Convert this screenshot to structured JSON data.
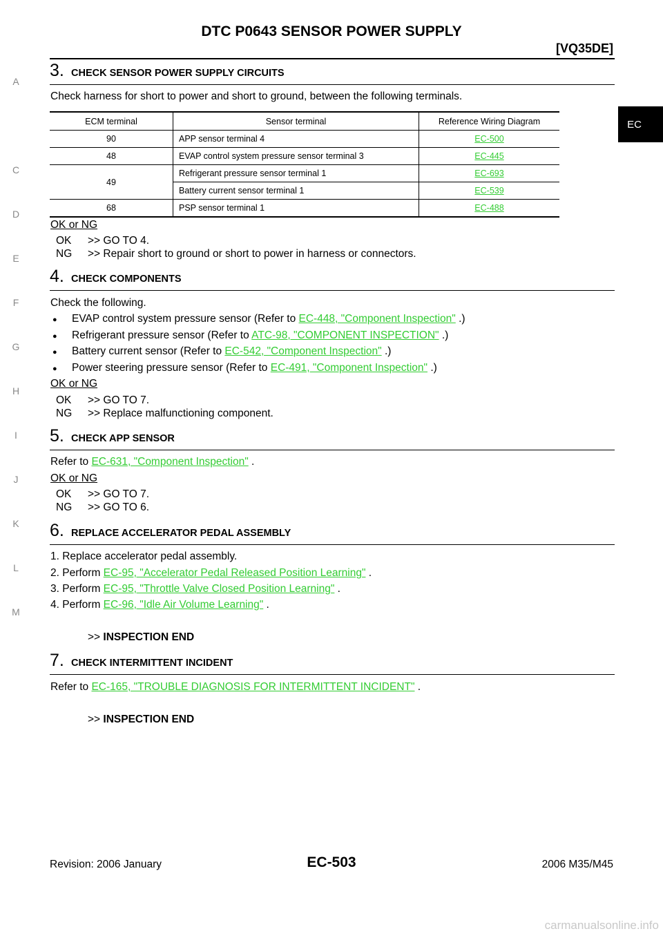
{
  "header": {
    "title": "DTC P0643 SENSOR POWER SUPPLY",
    "engine": "[VQ35DE]"
  },
  "sidebar": {
    "letters": [
      "A",
      "C",
      "D",
      "E",
      "F",
      "G",
      "H",
      "I",
      "J",
      "K",
      "L",
      "M"
    ],
    "active": "EC"
  },
  "step3": {
    "num": "3.",
    "title": "CHECK SENSOR POWER SUPPLY CIRCUITS",
    "intro": "Check harness for short to power and short to ground, between the following terminals.",
    "table": {
      "headers": [
        "ECM terminal",
        "Sensor terminal",
        "Reference Wiring Diagram"
      ],
      "rows": [
        [
          "90",
          "APP sensor terminal 4",
          "EC-500"
        ],
        [
          "48",
          "EVAP control system pressure sensor terminal 3",
          "EC-445"
        ],
        [
          "49",
          "Refrigerant pressure sensor terminal 1",
          "EC-693"
        ],
        [
          "",
          "Battery current sensor terminal 1",
          "EC-539"
        ],
        [
          "68",
          "PSP sensor terminal 1",
          "EC-488"
        ]
      ]
    },
    "okng": "OK or NG",
    "ok_key": "OK",
    "ok_val": ">> GO TO 4.",
    "ng_key": "NG",
    "ng_val": ">> Repair short to ground or short to power in harness or connectors."
  },
  "step4": {
    "num": "4.",
    "title": "CHECK COMPONENTS",
    "intro": "Check the following.",
    "items": [
      {
        "pre": "EVAP control system pressure sensor (Refer to ",
        "link": "EC-448, \"Component Inspection\"",
        "post": " .)"
      },
      {
        "pre": "Refrigerant pressure sensor (Refer to ",
        "link": "ATC-98, \"COMPONENT INSPECTION\"",
        "post": " .)"
      },
      {
        "pre": "Battery current sensor (Refer to ",
        "link": "EC-542, \"Component Inspection\"",
        "post": " .)"
      },
      {
        "pre": "Power steering pressure sensor (Refer to ",
        "link": "EC-491, \"Component Inspection\"",
        "post": " .)"
      }
    ],
    "okng": "OK or NG",
    "ok_key": "OK",
    "ok_val": ">> GO TO 7.",
    "ng_key": "NG",
    "ng_val": ">> Replace malfunctioning component."
  },
  "step5": {
    "num": "5.",
    "title": "CHECK APP SENSOR",
    "pre": "Refer to ",
    "link": "EC-631, \"Component Inspection\"",
    "post": " .",
    "okng": "OK or NG",
    "ok_key": "OK",
    "ok_val": ">> GO TO 7.",
    "ng_key": "NG",
    "ng_val": ">> GO TO 6."
  },
  "step6": {
    "num": "6.",
    "title": "REPLACE ACCELERATOR PEDAL ASSEMBLY",
    "line1": "1. Replace accelerator pedal assembly.",
    "line2_pre": "2. Perform ",
    "line2_link": "EC-95, \"Accelerator Pedal Released Position Learning\"",
    "line2_post": " .",
    "line3_pre": "3. Perform ",
    "line3_link": "EC-95, \"Throttle Valve Closed Position Learning\"",
    "line3_post": " .",
    "line4_pre": "4. Perform ",
    "line4_link": "EC-96, \"Idle Air Volume Learning\"",
    "line4_post": " .",
    "end_arrow": ">>",
    "end_text": "INSPECTION END"
  },
  "step7": {
    "num": "7.",
    "title": "CHECK INTERMITTENT INCIDENT",
    "pre": "Refer to ",
    "link": "EC-165, \"TROUBLE DIAGNOSIS FOR INTERMITTENT INCIDENT\"",
    "post": " .",
    "end_arrow": ">>",
    "end_text": "INSPECTION END"
  },
  "footer": {
    "revision": "Revision: 2006 January",
    "page": "EC-503",
    "model": "2006 M35/M45"
  },
  "watermark": "carmanualsonline.info"
}
